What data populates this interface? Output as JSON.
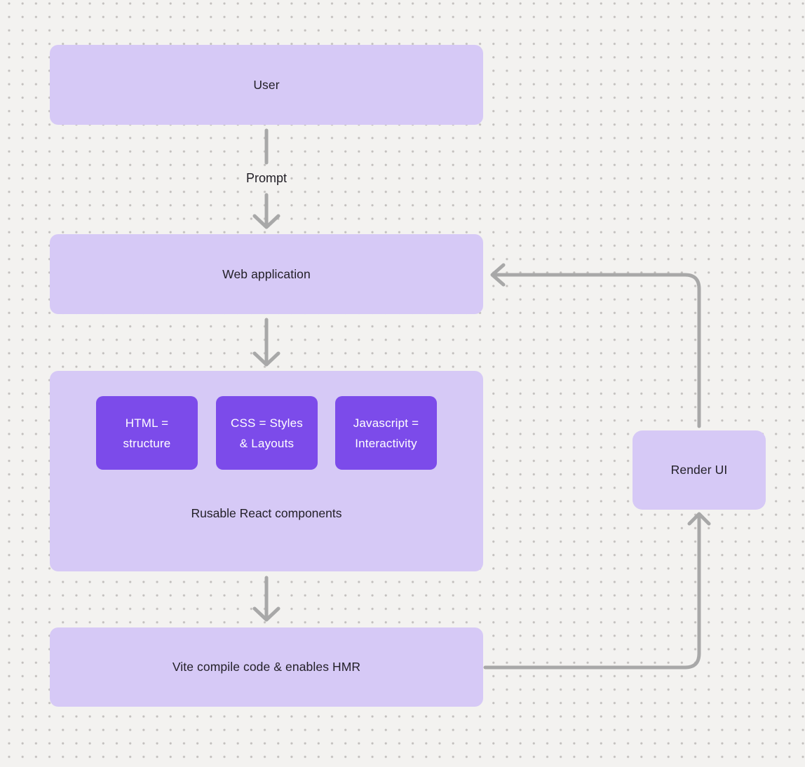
{
  "colors": {
    "background": "#f3f2f0",
    "dot": "#c2bfbd",
    "node_fill": "#d6c9f6",
    "accent_fill": "#7c4bea",
    "accent_text": "#ffffff",
    "connector": "#a8a8a8",
    "text": "#232028"
  },
  "nodes": {
    "user": {
      "label": "User"
    },
    "web_application": {
      "label": "Web application"
    },
    "components": {
      "caption": "Rusable React components",
      "items": [
        {
          "lines": [
            "HTML =",
            "structure"
          ]
        },
        {
          "lines": [
            "CSS = Styles",
            "& Layouts"
          ]
        },
        {
          "lines": [
            "Javascript =",
            "Interactivity"
          ]
        }
      ]
    },
    "vite": {
      "label": "Vite compile code & enables HMR"
    },
    "render_ui": {
      "label": "Render UI"
    }
  },
  "labels": {
    "prompt": "Prompt"
  }
}
